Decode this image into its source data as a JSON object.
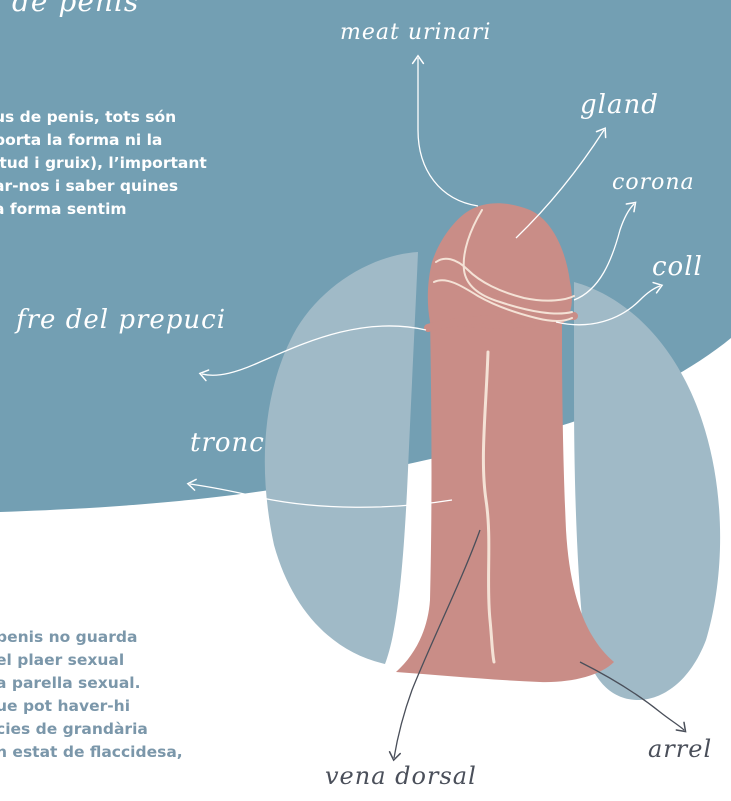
{
  "heading": "de penis",
  "intro_lines": [
    "us de penis, tots són",
    "porta la forma ni la",
    "itud i gruix), l’important",
    "ar-nos i saber quines",
    "a forma sentim"
  ],
  "note_lines": [
    "penis no guarda",
    "el plaer sexual",
    "a parella sexual.",
    "ue pot haver-hi",
    "cies de grandària",
    "n estat de flaccidesa,"
  ],
  "labels": {
    "meat_urinari": "meat urinari",
    "gland": "gland",
    "corona": "corona",
    "coll": "coll",
    "fre_del_prepuci": "fre del prepuci",
    "tronc": "tronc",
    "vena_dorsal": "vena dorsal",
    "arrel": "arrel"
  },
  "colors": {
    "background_blob": "#739fb3",
    "testicle_shapes": "#a0bac7",
    "shaft": "#c98d87",
    "vein_line": "#f4e2d6",
    "label_text_on_blue": "#ffffff",
    "label_text_on_white": "#4a4f5a",
    "note_text": "#7b97aa"
  }
}
